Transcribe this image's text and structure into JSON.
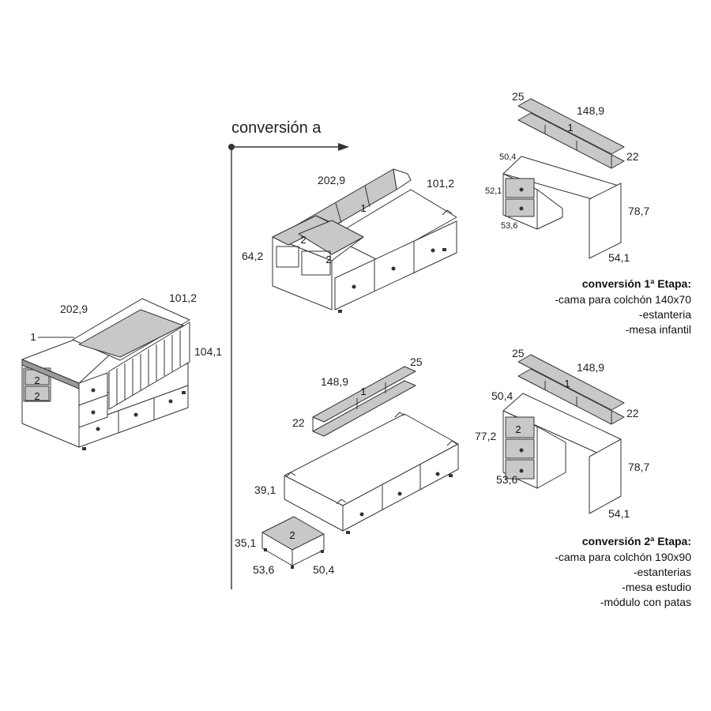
{
  "heading": "conversión a",
  "crib": {
    "dims": [
      "202,9",
      "101,2",
      "104,1"
    ],
    "labels": [
      "1",
      "2",
      "2"
    ]
  },
  "stage1": {
    "bed_dims": [
      "202,9",
      "101,2",
      "64,2"
    ],
    "bed_labels": [
      "1",
      "2",
      "2"
    ],
    "shelf_dims": [
      "25",
      "148,9",
      "22"
    ],
    "shelf_label": "1",
    "desk_dims": [
      "50,4",
      "52,1",
      "53,6",
      "78,7",
      "54,1"
    ],
    "title": "conversión 1ª Etapa:",
    "items": [
      "-cama para colchón 140x70",
      "-estanteria",
      "-mesa infantil"
    ]
  },
  "stage2": {
    "shelf_dims": [
      "25",
      "148,9",
      "22"
    ],
    "shelf_label": "1",
    "bed_dims": [
      "39,1"
    ],
    "module_dims": [
      "35,1",
      "53,6",
      "50,4"
    ],
    "module_label": "2",
    "shelf2_dims": [
      "25",
      "148,9",
      "22"
    ],
    "shelf2_label": "1",
    "desk_dims": [
      "50,4",
      "77,2",
      "53,6",
      "78,7",
      "54,1"
    ],
    "desk_label": "2",
    "title": "conversión 2ª Etapa:",
    "items": [
      "-cama para colchón 190x90",
      "-estanterias",
      "-mesa estudio",
      "-módulo con patas"
    ]
  }
}
